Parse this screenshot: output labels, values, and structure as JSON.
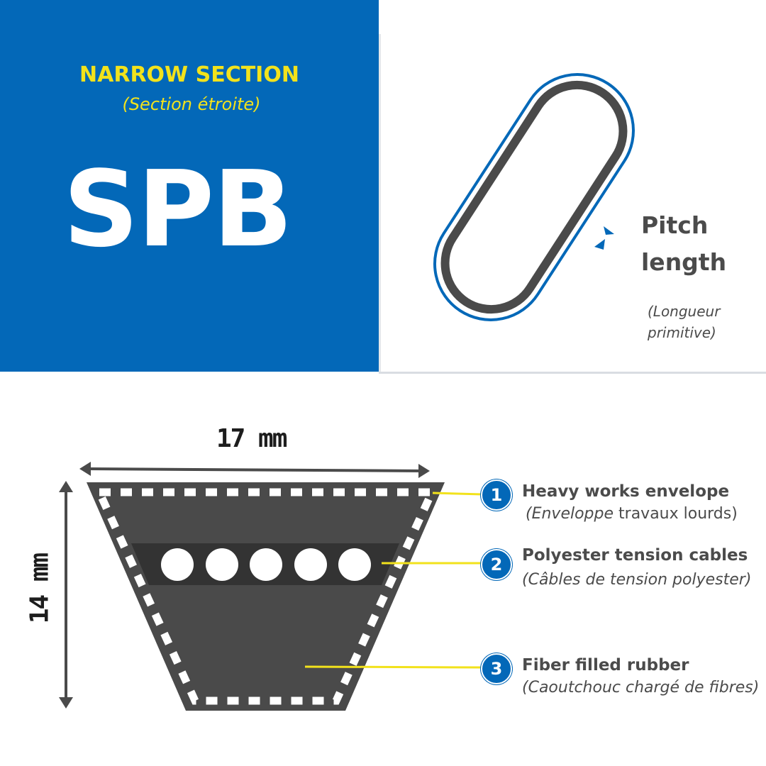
{
  "header": {
    "section_title": "NARROW SECTION",
    "section_subtitle": "(Section étroite)",
    "code": "SPB"
  },
  "pitch": {
    "line1": "Pitch",
    "line2": "length",
    "fr_line1": "(Longueur",
    "fr_line2": "primitive)"
  },
  "dimensions": {
    "width": "17 mm",
    "height": "14 mm"
  },
  "legend": [
    {
      "number": "1",
      "title": "Heavy works envelope",
      "sub_italic": "(Enveloppe",
      "sub_rest": " travaux lourds)"
    },
    {
      "number": "2",
      "title": "Polyester tension cables",
      "sub_italic": "(Câbles de tension polyester)",
      "sub_rest": ""
    },
    {
      "number": "3",
      "title": "Fiber filled rubber",
      "sub_italic": "(Caoutchouc chargé de fibres)",
      "sub_rest": ""
    }
  ],
  "colors": {
    "brand_blue": "#0368b8",
    "accent_yellow": "#f2e21c",
    "belt_dark": "#4a4a4a",
    "belt_band": "#333333"
  }
}
